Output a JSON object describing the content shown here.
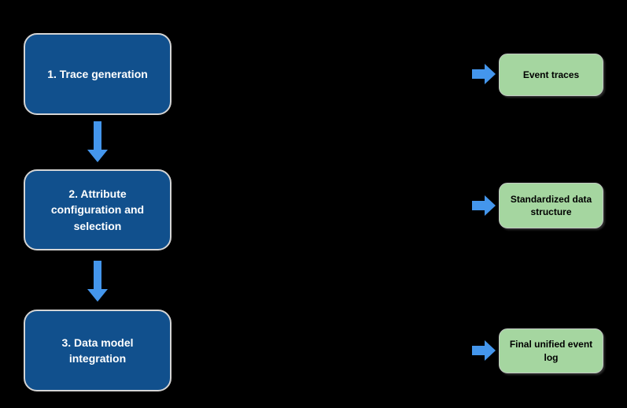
{
  "diagram": {
    "background_color": "#000000",
    "steps": [
      {
        "label": "1. Trace generation",
        "output": "Event traces"
      },
      {
        "label": "2. Attribute configuration and selection",
        "output": "Standardized data structure"
      },
      {
        "label": "3. Data model integration",
        "output": "Final unified event log"
      }
    ],
    "colors": {
      "step_fill": "#11508d",
      "step_border": "#d4d4d4",
      "step_text": "#ffffff",
      "output_fill": "#a5d6a0",
      "output_border": "#c2c9c2",
      "output_text": "#000000",
      "arrow": "#4496ec"
    }
  }
}
